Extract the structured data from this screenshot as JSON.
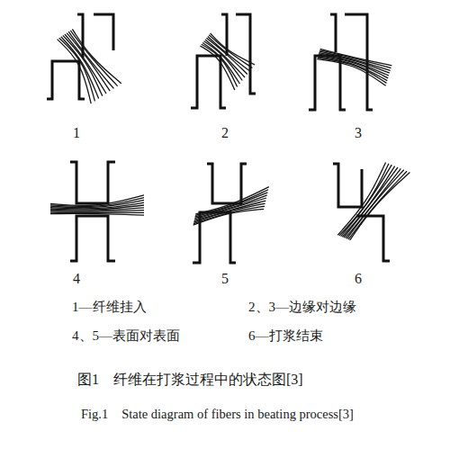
{
  "diagram": {
    "caption": "图1　纤维在打浆过程中的状态图[3]",
    "labels": [
      "1",
      "2",
      "3",
      "4",
      "5",
      "6",
      "1—纤维挂入",
      "2、3—边缘对边缘",
      "4、5—表面对表面",
      "6—打浆结束",
      "Fig.1　State diagram of fibers in beating process[3]"
    ]
  }
}
